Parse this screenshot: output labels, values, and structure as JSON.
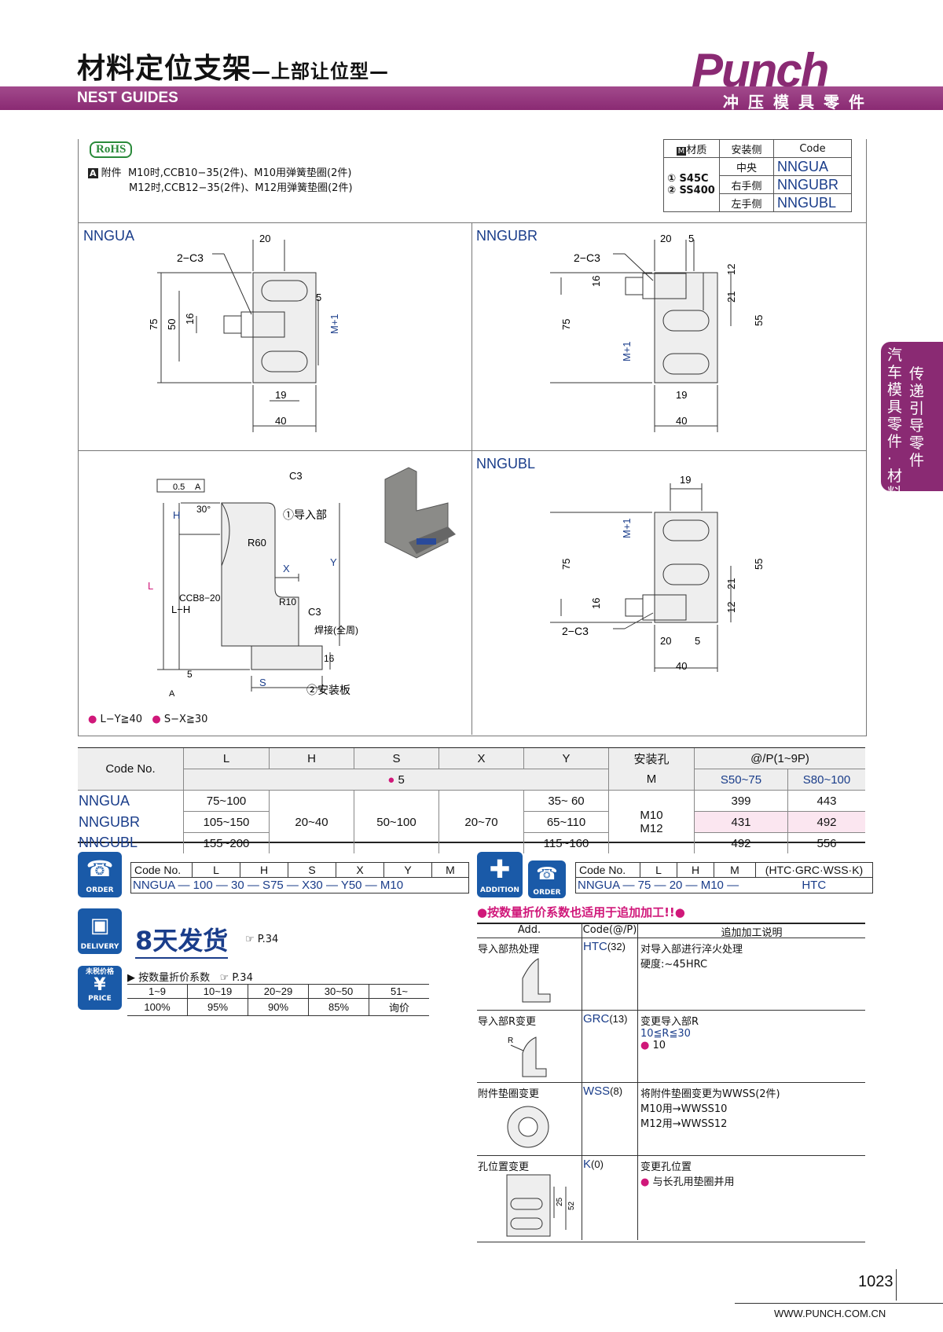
{
  "header": {
    "title": "材料定位支架",
    "title_suffix": "—上部让位型—",
    "band_text": "NEST GUIDES",
    "logo": "Punch",
    "logo_sub": "冲压模具零件"
  },
  "sidetab": {
    "col1": "汽车模具零件·材料",
    "col2": "传递引导零件"
  },
  "spec": {
    "rohs": "RoHS",
    "accessory_label": "附件",
    "accessory_line1": "M10时,CCB10−35(2件)、M10用弹簧垫圈(2件)",
    "accessory_line2": "M12时,CCB12−35(2件)、M12用弹簧垫圈(2件)",
    "material_header": "材质",
    "side_header": "安装侧",
    "code_header": "Code",
    "materials": [
      "① S45C",
      "② SS400"
    ],
    "rows": [
      {
        "side": "中央",
        "code": "NNGUA"
      },
      {
        "side": "右手侧",
        "code": "NNGUBR"
      },
      {
        "side": "左手侧",
        "code": "NNGUBL"
      }
    ]
  },
  "drawings": {
    "nngua": {
      "label": "NNGUA",
      "dims": [
        "20",
        "2−C3",
        "5",
        "75",
        "50",
        "16",
        "M+1",
        "19",
        "40"
      ]
    },
    "nngubr": {
      "label": "NNGUBR",
      "dims": [
        "20",
        "5",
        "2−C3",
        "16",
        "12",
        "21",
        "55",
        "75",
        "M+1",
        "19",
        "40"
      ]
    },
    "side": {
      "dims": [
        "0.5",
        "A",
        "C3",
        "30°",
        "①导入部",
        "R60",
        "H",
        "L",
        "L−H",
        "X",
        "Y",
        "R10",
        "CCB8−20",
        "C3",
        "焊接(全周)",
        "16",
        "5",
        "S",
        "②安装板",
        "A"
      ],
      "notes": [
        "L−Y≧40",
        "S−X≧30"
      ]
    },
    "nngubl": {
      "label": "NNGUBL",
      "dims": [
        "19",
        "M+1",
        "75",
        "55",
        "16",
        "21",
        "12",
        "2−C3",
        "20",
        "5",
        "40"
      ]
    }
  },
  "main_table": {
    "headers": {
      "code": "Code No.",
      "L": "L",
      "H": "H",
      "S": "S",
      "X": "X",
      "Y": "Y",
      "hole": "安装孔",
      "hole_sub": "M",
      "price": "@/P(1~9P)",
      "p1": "S50~75",
      "p2": "S80~100",
      "in_unit": "5"
    },
    "codes": [
      "NNGUA",
      "NNGUBR",
      "NNGUBL"
    ],
    "L": [
      "75~100",
      "105~150",
      "155~200"
    ],
    "H": "20~40",
    "S": "50~100",
    "X": "20~70",
    "Y": [
      "35~ 60",
      "65~110",
      "115~160"
    ],
    "M": [
      "M10",
      "M12"
    ],
    "price1": [
      "399",
      "431",
      "492"
    ],
    "price2": [
      "443",
      "492",
      "556"
    ]
  },
  "order": {
    "icon": "ORDER",
    "headers": [
      "Code No.",
      "L",
      "H",
      "S",
      "X",
      "Y",
      "M"
    ],
    "example": "NNGUA — 100 — 30 — S75 — X30 — Y50 — M10"
  },
  "delivery": {
    "icon": "DELIVERY",
    "text": "8天发货",
    "ref": "☞ P.34"
  },
  "price": {
    "icon_top": "未税价格",
    "icon": "PRICE",
    "title": "按数量折价系数",
    "ref": "☞ P.34",
    "qty": [
      "1~9",
      "10~19",
      "20~29",
      "30~50",
      "51~"
    ],
    "rate": [
      "100%",
      "95%",
      "90%",
      "85%",
      "询价"
    ]
  },
  "addition": {
    "icon1": "ADDITION",
    "icon2": "ORDER",
    "headers": [
      "Code No.",
      "L",
      "H",
      "M",
      "(HTC·GRC·WSS·K)"
    ],
    "example": "NNGUA — 75 — 20 — M10 —",
    "example_code": "HTC",
    "notice": "●按数量折价系数也适用于追加加工!!●",
    "col_add": "Add.",
    "col_code": "Code(@/P)",
    "col_desc": "追加加工说明",
    "rows": [
      {
        "name": "导入部热处理",
        "code": "HTC",
        "price": "(32)",
        "desc1": "对导入部进行淬火处理",
        "desc2": "硬度:~45HRC",
        "desc3": ""
      },
      {
        "name": "导入部R变更",
        "code": "GRC",
        "price": "(13)",
        "desc1": "变更导入部R",
        "desc2": "10≦R≦30",
        "desc3": "10"
      },
      {
        "name": "附件垫圈变更",
        "code": "WSS",
        "price": "(8)",
        "desc1": "将附件垫圈变更为WWSS(2件)",
        "desc2": "M10用→WWSS10",
        "desc3": "M12用→WWSS12"
      },
      {
        "name": "孔位置变更",
        "code": "K",
        "price": "(0)",
        "desc1": "变更孔位置",
        "desc2": "与长孔用垫圈并用",
        "desc3": ""
      }
    ],
    "grc_r": "R",
    "k_dims": [
      "25",
      "52"
    ]
  },
  "footer": {
    "page": "1023",
    "url": "WWW.PUNCH.COM.CN"
  }
}
